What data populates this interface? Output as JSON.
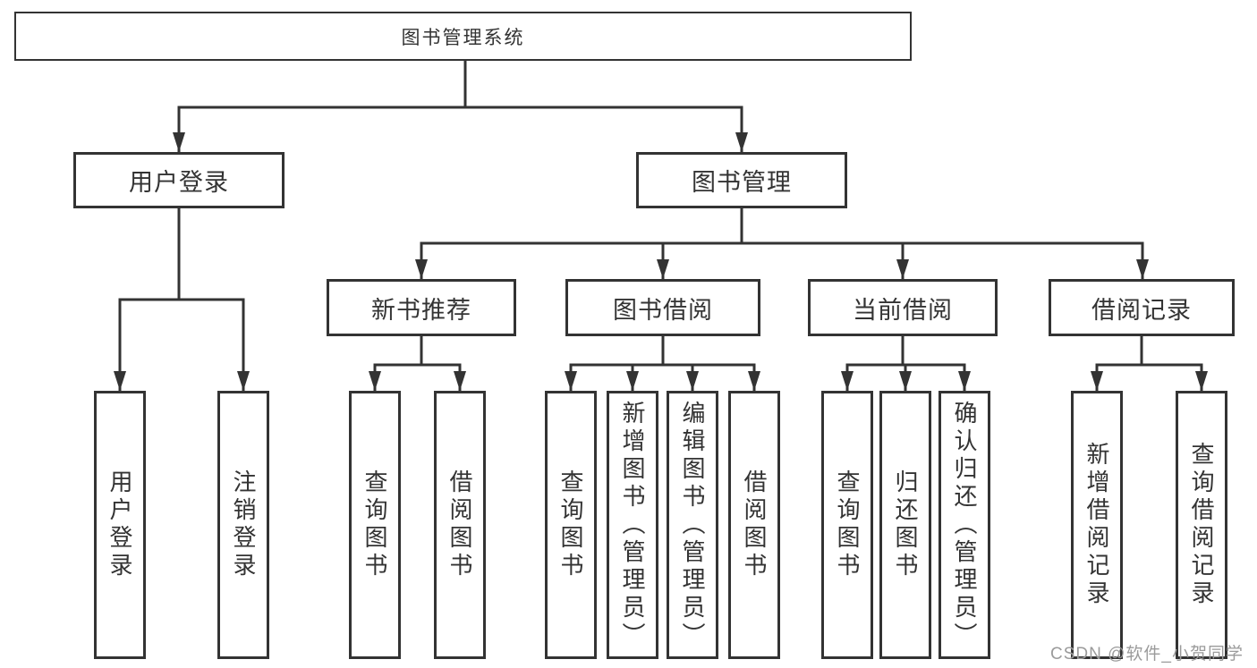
{
  "diagram": {
    "line_color": "#333333",
    "box_background": "#ffffff",
    "tree": {
      "root": {
        "label": "图书管理系统",
        "children": [
          {
            "label": "用户登录",
            "children": [
              {
                "label": "用户登录"
              },
              {
                "label": "注销登录"
              }
            ]
          },
          {
            "label": "图书管理",
            "children": [
              {
                "label": "新书推荐",
                "children": [
                  {
                    "label": "查询图书"
                  },
                  {
                    "label": "借阅图书"
                  }
                ]
              },
              {
                "label": "图书借阅",
                "children": [
                  {
                    "label": "查询图书"
                  },
                  {
                    "label": "新增图书（管理员）"
                  },
                  {
                    "label": "编辑图书（管理员）"
                  },
                  {
                    "label": "借阅图书"
                  }
                ]
              },
              {
                "label": "当前借阅",
                "children": [
                  {
                    "label": "查询图书"
                  },
                  {
                    "label": "归还图书"
                  },
                  {
                    "label": "确认归还（管理员）"
                  }
                ]
              },
              {
                "label": "借阅记录",
                "children": [
                  {
                    "label": "新增借阅记录"
                  },
                  {
                    "label": "查询借阅记录"
                  }
                ]
              }
            ]
          }
        ]
      }
    }
  },
  "watermark": {
    "text": "CSDN @软件_小贺同学",
    "color": "#9b9b9b"
  }
}
